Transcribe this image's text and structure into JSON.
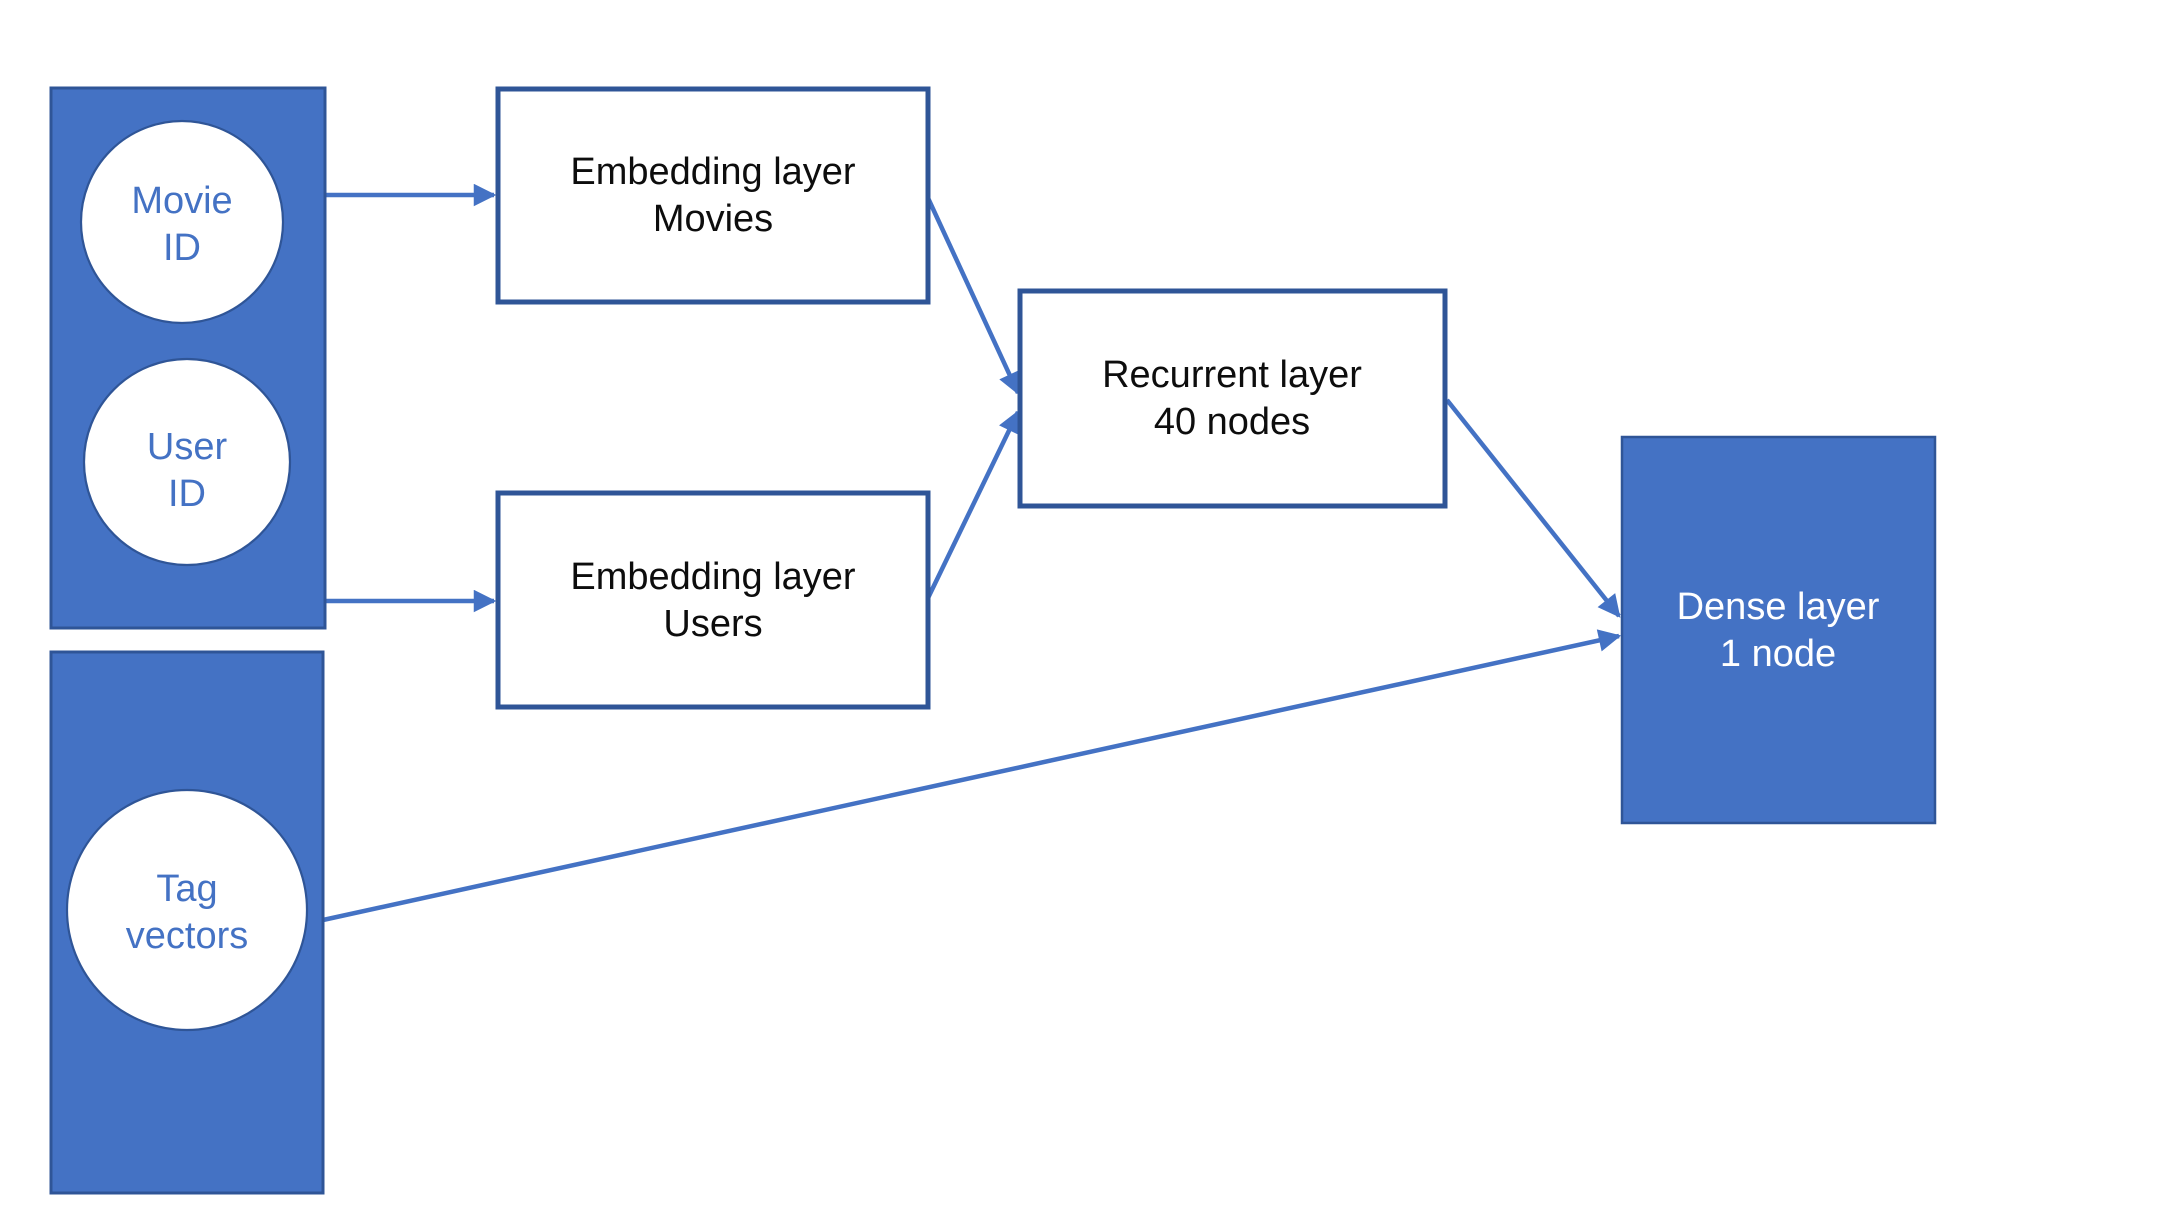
{
  "diagram": {
    "type": "neural-network-architecture-flowchart",
    "background": "#FFFFFF",
    "colors": {
      "node_fill_blue": "#4472C4",
      "border_dark_blue": "#2F5597",
      "arrow_blue": "#4472C4",
      "label_blue": "#4472C4",
      "label_black": "#0D0D0D",
      "label_white": "#FFFFFF"
    },
    "nodes": {
      "movie_id": {
        "line1": "Movie",
        "line2": "ID"
      },
      "user_id": {
        "line1": "User",
        "line2": "ID"
      },
      "tag_vectors": {
        "line1": "Tag",
        "line2": "vectors"
      },
      "embedding_movies": {
        "line1": "Embedding layer",
        "line2": "Movies"
      },
      "embedding_users": {
        "line1": "Embedding layer",
        "line2": "Users"
      },
      "recurrent": {
        "line1": "Recurrent layer",
        "line2": "40 nodes"
      },
      "dense": {
        "line1": "Dense layer",
        "line2": "1 node"
      }
    },
    "edges": [
      {
        "from": "movie_id",
        "to": "embedding_movies"
      },
      {
        "from": "user_id",
        "to": "embedding_users"
      },
      {
        "from": "embedding_movies",
        "to": "recurrent"
      },
      {
        "from": "embedding_users",
        "to": "recurrent"
      },
      {
        "from": "recurrent",
        "to": "dense"
      },
      {
        "from": "tag_vectors",
        "to": "dense"
      }
    ]
  }
}
